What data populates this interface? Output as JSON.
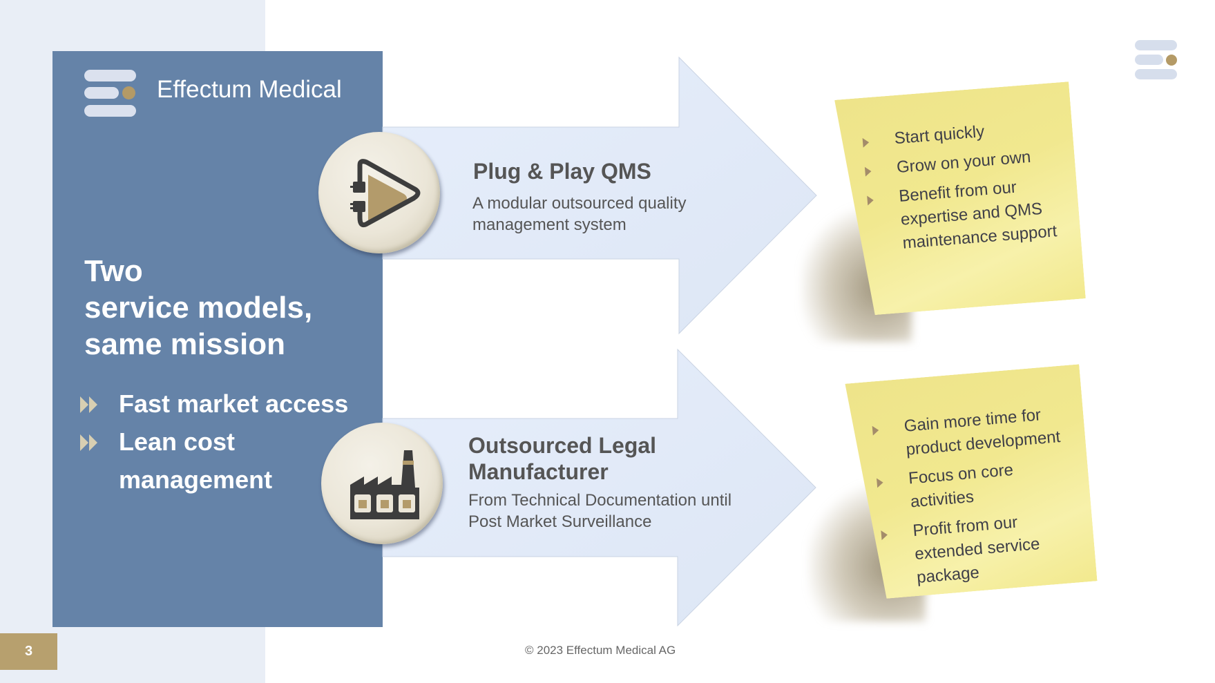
{
  "brand": {
    "name": "Effectum Medical",
    "logo_icon": "effectum-logo-icon"
  },
  "left_panel": {
    "headline": [
      "Two",
      "service models,",
      "same mission"
    ],
    "bullets": [
      {
        "lines": [
          "Fast market access"
        ],
        "icon": "double-chevron-right-icon"
      },
      {
        "lines": [
          "Lean cost",
          "management"
        ],
        "icon": "double-chevron-right-icon"
      }
    ]
  },
  "services": [
    {
      "title_lines": [
        "Plug & Play QMS"
      ],
      "description_lines": [
        "A modular outsourced quality",
        "management system"
      ],
      "icon": "plug-play-icon",
      "benefits": [
        {
          "lines": [
            "Start quickly"
          ]
        },
        {
          "lines": [
            "Grow on your own"
          ]
        },
        {
          "lines": [
            "Benefit from our",
            "expertise and QMS",
            "maintenance support"
          ]
        }
      ]
    },
    {
      "title_lines": [
        "Outsourced Legal",
        "Manufacturer"
      ],
      "description_lines": [
        "From Technical Documentation until",
        "Post Market Surveillance"
      ],
      "icon": "factory-icon",
      "benefits": [
        {
          "lines": [
            "Gain more time for",
            "product development"
          ]
        },
        {
          "lines": [
            "Focus on core",
            "activities"
          ]
        },
        {
          "lines": [
            "Profit from our",
            "extended service",
            "package"
          ]
        }
      ]
    }
  ],
  "footer": {
    "copyright": "© 2023 Effectum Medical AG"
  },
  "page_number": "3",
  "colors": {
    "panel_blue": "#6583a8",
    "accent_gold": "#b7a06e",
    "arrow_fill": "#e2eaf8",
    "sticky_yellow": "#f1e88f",
    "text_dark": "#555555"
  }
}
